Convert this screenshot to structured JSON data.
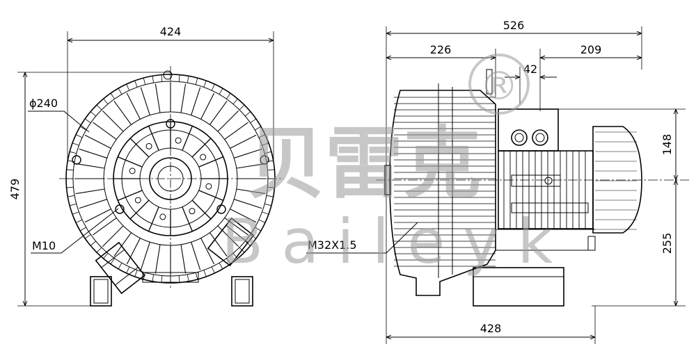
{
  "dimensions": {
    "front_width": "424",
    "front_height": "479",
    "front_diameter": "ϕ240",
    "front_bolt": "M10",
    "side_total_width": "526",
    "side_left_width": "226",
    "side_right_width": "209",
    "side_offset": "42",
    "side_upper_height": "148",
    "side_lower_height": "255",
    "side_thread": "M32X1.5",
    "side_base_width": "428"
  },
  "watermark": {
    "cn": "贝雷克",
    "en": "Baileyk",
    "registered": "®"
  }
}
